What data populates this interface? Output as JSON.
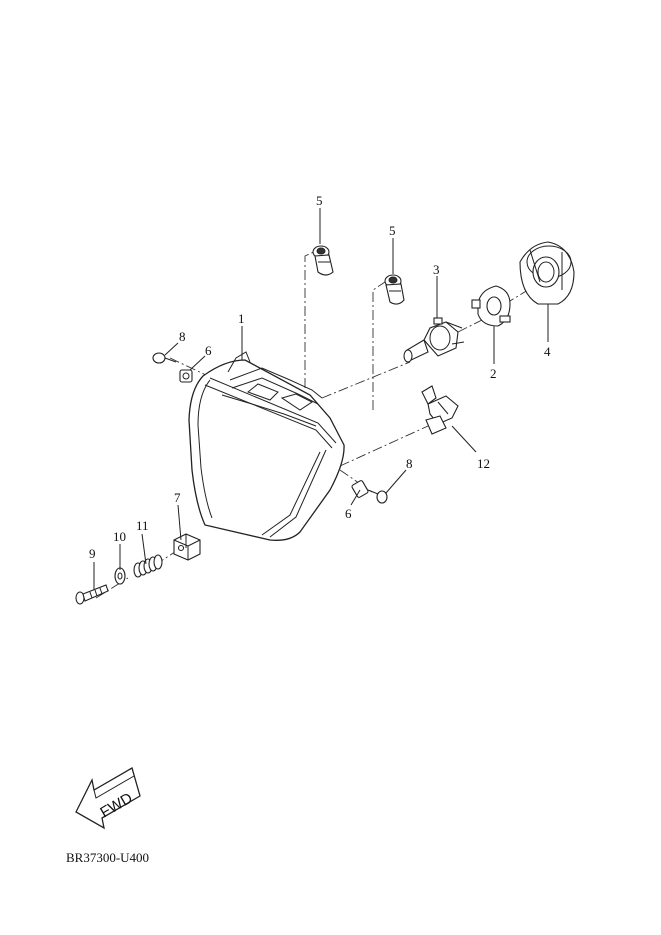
{
  "parts": {
    "p1": "1",
    "p2": "2",
    "p3": "3",
    "p4": "4",
    "p5a": "5",
    "p5b": "5",
    "p6a": "6",
    "p6b": "6",
    "p7": "7",
    "p8a": "8",
    "p8b": "8",
    "p9": "9",
    "p10": "10",
    "p11": "11",
    "p12": "12"
  },
  "fwd_label": "FWD",
  "ref_code": "BR37300-U400"
}
